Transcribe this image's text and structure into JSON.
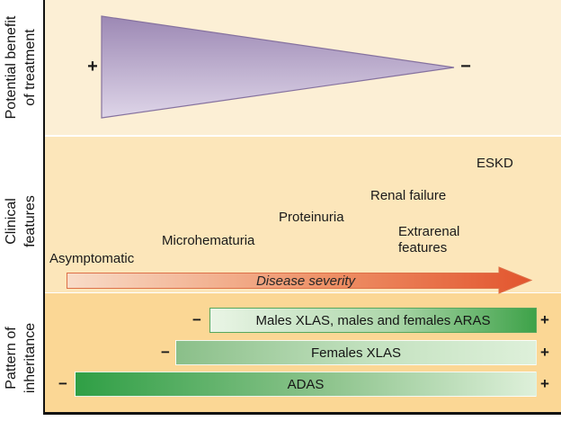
{
  "figure": {
    "treatment_row": {
      "axis_label": "Potential benefit\nof treatment",
      "wedge_plus": "+",
      "wedge_minus": "−"
    },
    "clinical_row": {
      "axis_label": "Clinical\nfeatures",
      "features": {
        "asymptomatic": "Asymptomatic",
        "microhematuria": "Microhematuria",
        "proteinuria": "Proteinuria",
        "renal_failure": "Renal failure",
        "extrarenal": "Extrarenal\nfeatures",
        "eskd": "ESKD"
      },
      "severity_arrow_label": "Disease severity"
    },
    "inheritance_row": {
      "axis_label": "Pattern of\ninheritance",
      "bars": [
        {
          "label": "Males XLAS, males and females ARAS",
          "left_sign": "−",
          "right_sign": "+"
        },
        {
          "label": "Females XLAS",
          "left_sign": "−",
          "right_sign": "+"
        },
        {
          "label": "ADAS",
          "left_sign": "−",
          "right_sign": "+"
        }
      ]
    },
    "colors": {
      "section_treatment_bg": "#fcefd5",
      "section_clinical_bg": "#fce6ba",
      "section_inheritance_bg": "#fbd795",
      "wedge_gradient_top": "#9c88b4",
      "wedge_gradient_bottom": "#ded5e8",
      "wedge_border": "#86729f",
      "arrow_gradient_start": "#f8dcc8",
      "arrow_gradient_end": "#e2552e",
      "bar_green_dark": "#2f9f45",
      "bar_green_light": "#def0da",
      "frame_line": "#121212"
    }
  }
}
